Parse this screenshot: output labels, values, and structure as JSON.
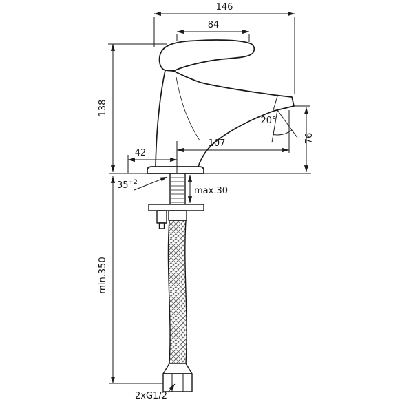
{
  "drawing": {
    "background": "#ffffff",
    "line_color": "#1a1a1a",
    "labels": {
      "overall_depth": "146",
      "handle_length": "84",
      "body_height": "138",
      "rear_offset": "42",
      "spout_reach": "107",
      "outlet_height": "76",
      "spout_angle": "20°",
      "hole_diameter": "35",
      "hole_tolerance": "+2",
      "max_deck": "max.30",
      "min_hose": "min.350",
      "connection_thread": "2xG1/2"
    }
  }
}
